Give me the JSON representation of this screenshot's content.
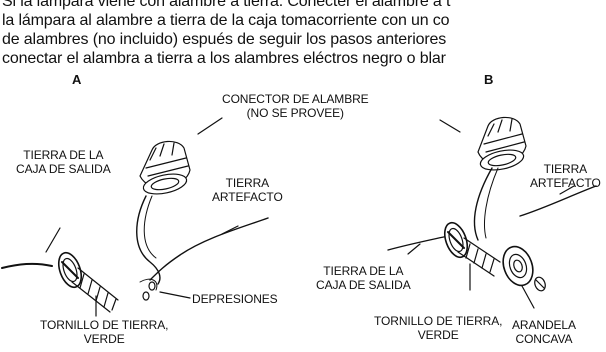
{
  "intro": {
    "lines": [
      "Si la lámpara viene con alambre a tierra. Conecter el alambre a t",
      "la lámpara al alambre a tierra de la caja tomacorriente con un co",
      "de alambres (no incluido) espués de seguir los pasos anteriores",
      "conectar el alambra a tierra a los alambres eléctros negro o blar"
    ]
  },
  "figure_a": {
    "letter": "A",
    "labels": {
      "ground_box": [
        "TIERRA DE LA",
        "CAJA DE SALIDA"
      ],
      "fixture_ground": [
        "TIERRA",
        "ARTEFACTO"
      ],
      "depressions": "DEPRESIONES",
      "ground_screw": [
        "TORNILLO DE TIERRA,",
        "VERDE"
      ]
    }
  },
  "wire_connector": [
    "CONECTOR DE ALAMBRE",
    "(NO SE PROVEE)"
  ],
  "figure_b": {
    "letter": "B",
    "labels": {
      "fixture_ground": [
        "TIERRA",
        "ARTEFACTO"
      ],
      "ground_box": [
        "TIERRA DE LA",
        "CAJA DE SALIDA"
      ],
      "ground_screw": [
        "TORNILLO DE TIERRA,",
        "VERDE"
      ],
      "washer": [
        "ARANDELA",
        "CONCAVA"
      ]
    }
  }
}
